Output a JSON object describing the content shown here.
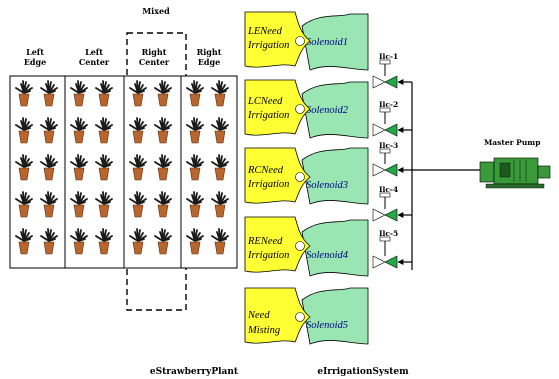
{
  "field": {
    "columns": [
      {
        "line1": "Left",
        "line2": "Edge"
      },
      {
        "line1": "Left",
        "line2": "Center"
      },
      {
        "line1": "Right",
        "line2": "Center"
      },
      {
        "line1": "Right",
        "line2": "Edge"
      }
    ],
    "selection_label": "Mixed",
    "plant_rows": 5,
    "plants_per_column": 2
  },
  "irrigation": {
    "sensors": [
      {
        "line1": "LENeed",
        "line2": "Irrigation",
        "solenoid": "Solenoid1",
        "valve": "Ilc-1"
      },
      {
        "line1": "LCNeed",
        "line2": "Irrigation",
        "solenoid": "Solenoid2",
        "valve": "Ilc-2"
      },
      {
        "line1": "RCNeed",
        "line2": "Irrigation",
        "solenoid": "Solenoid3",
        "valve": "Ilc-3"
      },
      {
        "line1": "RENeed",
        "line2": "Irrigation",
        "solenoid": "Solenoid4",
        "valve": "Ilc-4"
      },
      {
        "line1": "Need",
        "line2": "Misting",
        "solenoid": "Solenoid5",
        "valve": "Ilc-5"
      }
    ],
    "pump_label": "Master Pump"
  },
  "captions": {
    "plant": "eStrawberryPlant",
    "system": "eIrrigationSystem"
  },
  "colors": {
    "sensor_fill": "#ffff33",
    "solenoid_fill": "#99e6b3",
    "valve_fill": "#22aa44",
    "pump_fill": "#3a9a3a",
    "pot_fill": "#b8652e",
    "leaf_fill": "#1a1a1a",
    "wire": "#000000"
  }
}
